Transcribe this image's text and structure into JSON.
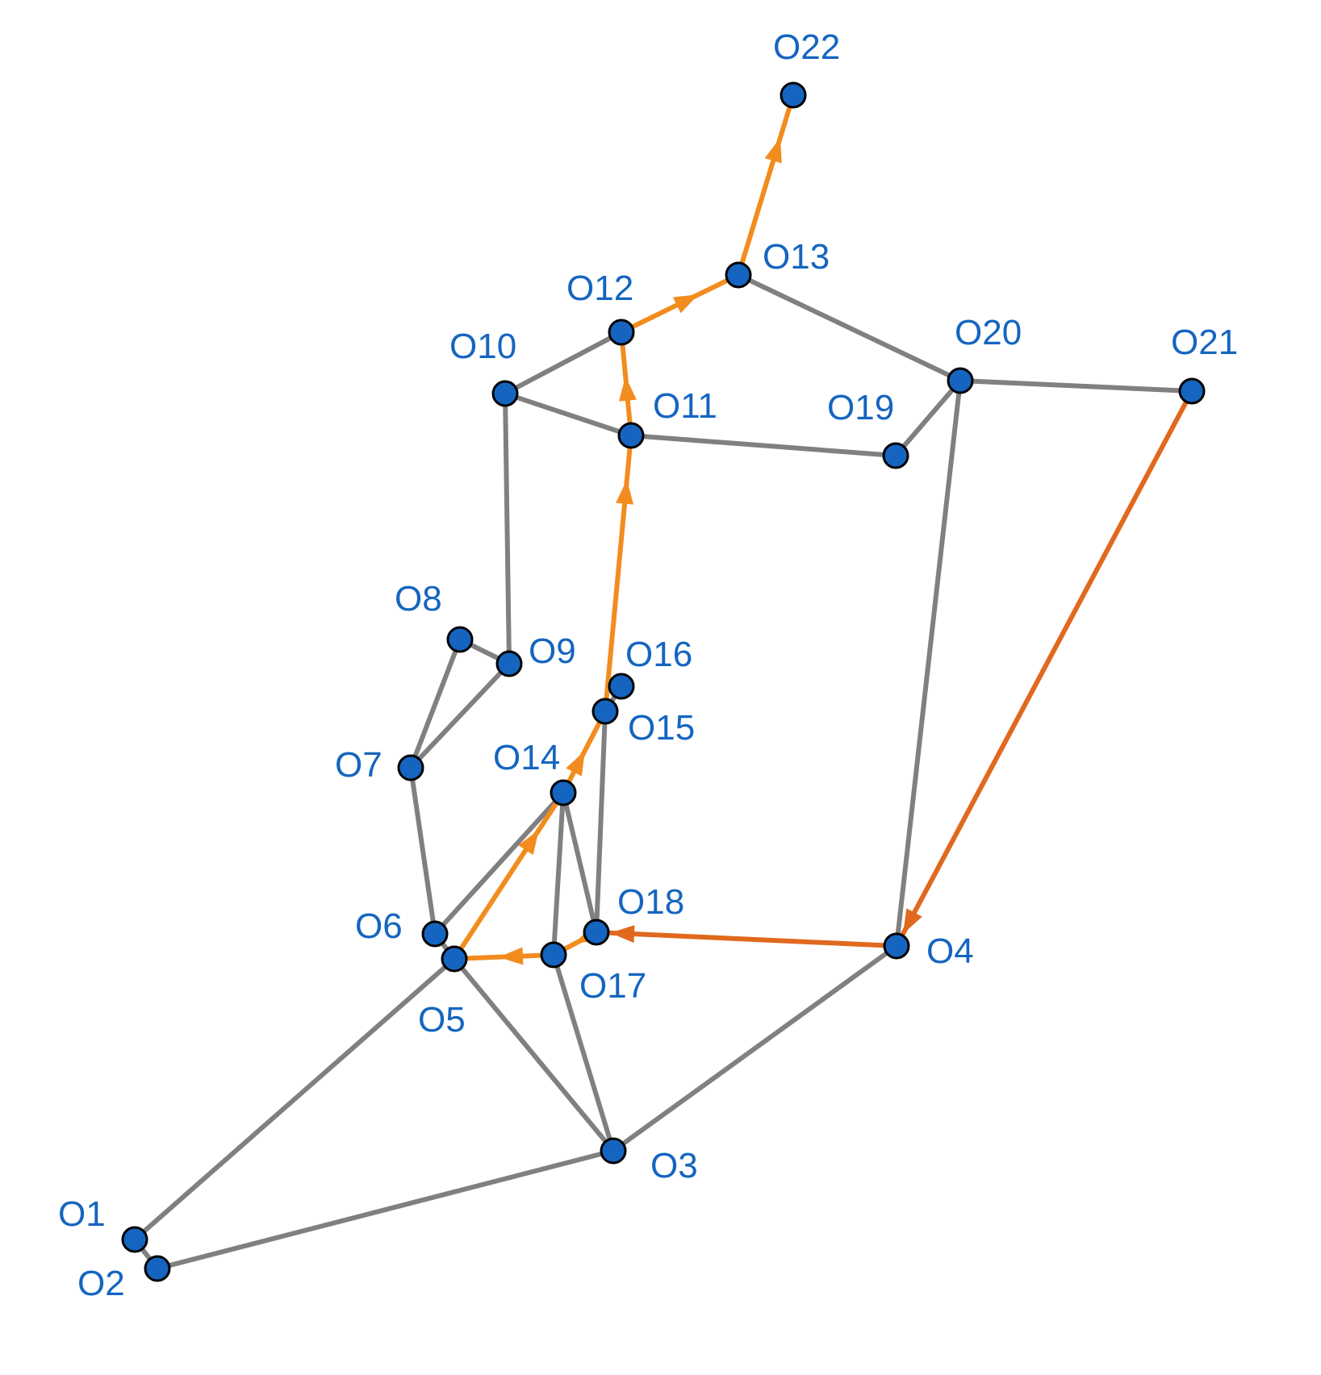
{
  "colors": {
    "node_fill": "#1565C0",
    "node_stroke": "#000000",
    "label": "#1565C0",
    "edge": "#808080",
    "path_light": "#F28C1E",
    "path_dark": "#E0691E"
  },
  "nodes": [
    {
      "id": "O1",
      "label": "O1"
    },
    {
      "id": "O2",
      "label": "O2"
    },
    {
      "id": "O3",
      "label": "O3"
    },
    {
      "id": "O4",
      "label": "O4"
    },
    {
      "id": "O5",
      "label": "O5"
    },
    {
      "id": "O6",
      "label": "O6"
    },
    {
      "id": "O7",
      "label": "O7"
    },
    {
      "id": "O8",
      "label": "O8"
    },
    {
      "id": "O9",
      "label": "O9"
    },
    {
      "id": "O10",
      "label": "O10"
    },
    {
      "id": "O11",
      "label": "O11"
    },
    {
      "id": "O12",
      "label": "O12"
    },
    {
      "id": "O13",
      "label": "O13"
    },
    {
      "id": "O14",
      "label": "O14"
    },
    {
      "id": "O15",
      "label": "O15"
    },
    {
      "id": "O16",
      "label": "O16"
    },
    {
      "id": "O17",
      "label": "O17"
    },
    {
      "id": "O18",
      "label": "O18"
    },
    {
      "id": "O19",
      "label": "O19"
    },
    {
      "id": "O20",
      "label": "O20"
    },
    {
      "id": "O21",
      "label": "O21"
    },
    {
      "id": "O22",
      "label": "O22"
    }
  ],
  "edges": [
    {
      "from": "O1",
      "to": "O2"
    },
    {
      "from": "O1",
      "to": "O5"
    },
    {
      "from": "O2",
      "to": "O3"
    },
    {
      "from": "O3",
      "to": "O5"
    },
    {
      "from": "O3",
      "to": "O17"
    },
    {
      "from": "O3",
      "to": "O4"
    },
    {
      "from": "O4",
      "to": "O20"
    },
    {
      "from": "O5",
      "to": "O6"
    },
    {
      "from": "O6",
      "to": "O7"
    },
    {
      "from": "O6",
      "to": "O14"
    },
    {
      "from": "O7",
      "to": "O8"
    },
    {
      "from": "O7",
      "to": "O9"
    },
    {
      "from": "O8",
      "to": "O9"
    },
    {
      "from": "O9",
      "to": "O10"
    },
    {
      "from": "O10",
      "to": "O11"
    },
    {
      "from": "O10",
      "to": "O12"
    },
    {
      "from": "O11",
      "to": "O19"
    },
    {
      "from": "O13",
      "to": "O20"
    },
    {
      "from": "O14",
      "to": "O17"
    },
    {
      "from": "O14",
      "to": "O18"
    },
    {
      "from": "O15",
      "to": "O16"
    },
    {
      "from": "O15",
      "to": "O18"
    },
    {
      "from": "O19",
      "to": "O20"
    },
    {
      "from": "O20",
      "to": "O21"
    }
  ],
  "path_edges": [
    {
      "from": "O21",
      "to": "O4",
      "tone": "dark"
    },
    {
      "from": "O4",
      "to": "O18",
      "tone": "dark"
    },
    {
      "from": "O18",
      "to": "O17",
      "tone": "light"
    },
    {
      "from": "O17",
      "to": "O5",
      "tone": "light"
    },
    {
      "from": "O5",
      "to": "O14",
      "tone": "light"
    },
    {
      "from": "O14",
      "to": "O15",
      "tone": "light"
    },
    {
      "from": "O15",
      "to": "O11",
      "tone": "light"
    },
    {
      "from": "O11",
      "to": "O12",
      "tone": "light"
    },
    {
      "from": "O12",
      "to": "O13",
      "tone": "light"
    },
    {
      "from": "O13",
      "to": "O22",
      "tone": "light"
    }
  ]
}
